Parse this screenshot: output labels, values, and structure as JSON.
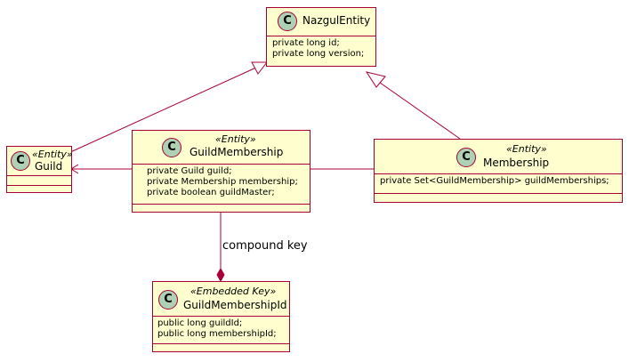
{
  "classes": {
    "nazgul_entity": {
      "name": "NazgulEntity",
      "fields": [
        "private long id;",
        "private long version;"
      ]
    },
    "guild": {
      "name": "Guild",
      "stereotype": "«Entity»"
    },
    "guild_membership": {
      "name": "GuildMembership",
      "stereotype": "«Entity»",
      "fields": [
        "private Guild guild;",
        "private Membership membership;",
        "private boolean guildMaster;"
      ]
    },
    "membership": {
      "name": "Membership",
      "stereotype": "«Entity»",
      "fields": [
        "private Set<GuildMembership> guildMemberships;"
      ]
    },
    "guild_membership_id": {
      "name": "GuildMembershipId",
      "stereotype": "«Embedded Key»",
      "fields": [
        "public long guildId;",
        "public long membershipId;"
      ]
    }
  },
  "class_badge": "C",
  "relations": {
    "composition_label": "compound key"
  },
  "colors": {
    "class_fill": "#fefece",
    "border": "#a80036",
    "badge_fill": "#add1b2"
  }
}
